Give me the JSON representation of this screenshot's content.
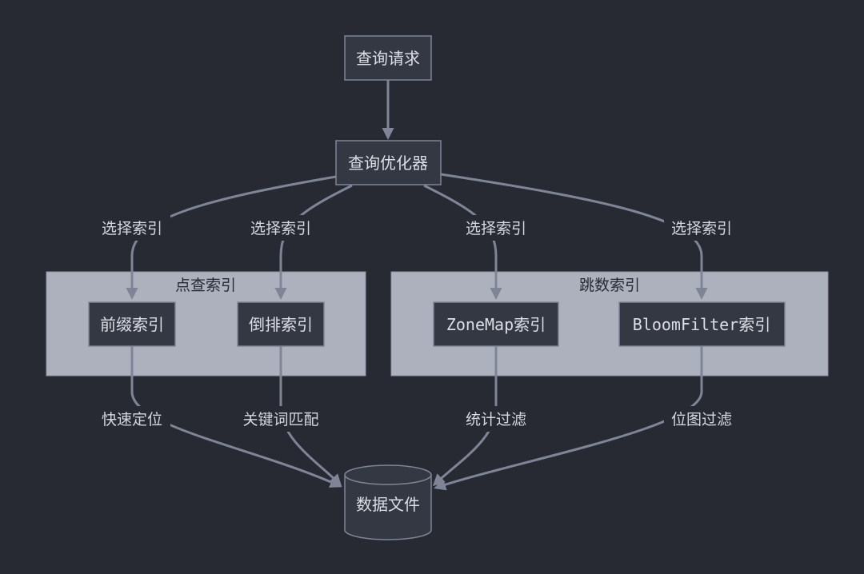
{
  "nodes": {
    "query_request": "查询请求",
    "query_optimizer": "查询优化器",
    "prefix_index": "前缀索引",
    "inverted_index": "倒排索引",
    "zonemap_index": "ZoneMap索引",
    "bloomfilter_index": "BloomFilter索引",
    "data_file": "数据文件"
  },
  "clusters": {
    "point_lookup": "点查索引",
    "skip_index": "跳数索引"
  },
  "edge_labels": {
    "select_1": "选择索引",
    "select_2": "选择索引",
    "select_3": "选择索引",
    "select_4": "选择索引",
    "fast_locate": "快速定位",
    "keyword_match": "关键词匹配",
    "stat_filter": "统计过滤",
    "bitmap_filter": "位图过滤"
  },
  "colors": {
    "background": "#272a33",
    "node_fill": "#343842",
    "cluster_fill": "#adb1bd",
    "edge": "#7f8596"
  }
}
